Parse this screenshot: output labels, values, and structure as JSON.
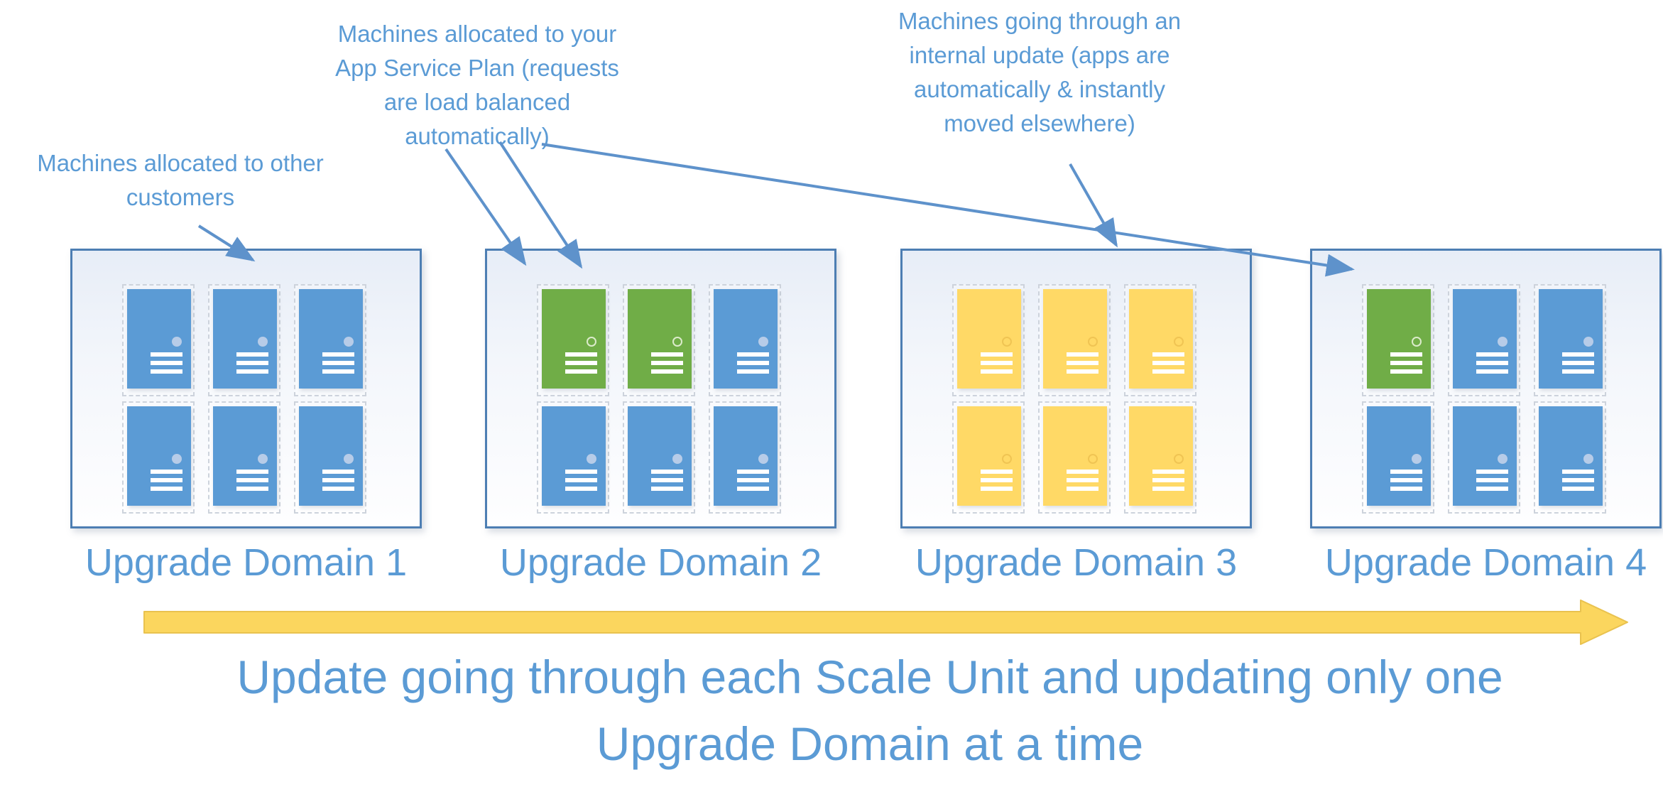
{
  "callouts": {
    "other_customers": {
      "lines": [
        "Machines allocated to other",
        "customers"
      ]
    },
    "app_service_plan": {
      "lines": [
        "Machines allocated to your",
        "App Service Plan (requests",
        "are load balanced",
        "automatically)"
      ]
    },
    "internal_update": {
      "lines": [
        "Machines going through an",
        "internal update (apps are",
        "automatically & instantly",
        "moved elsewhere)"
      ]
    }
  },
  "domains": [
    {
      "label": "Upgrade Domain 1",
      "machines": [
        "blue",
        "blue",
        "blue",
        "blue",
        "blue",
        "blue"
      ]
    },
    {
      "label": "Upgrade Domain 2",
      "machines": [
        "green",
        "green",
        "blue",
        "blue",
        "blue",
        "blue"
      ]
    },
    {
      "label": "Upgrade Domain 3",
      "machines": [
        "yellow",
        "yellow",
        "yellow",
        "yellow",
        "yellow",
        "yellow"
      ]
    },
    {
      "label": "Upgrade Domain 4",
      "machines": [
        "green",
        "blue",
        "blue",
        "blue",
        "blue",
        "blue"
      ]
    }
  ],
  "caption": {
    "lines": [
      "Update going through each Scale Unit and updating only one",
      "Upgrade Domain at a time"
    ]
  },
  "colors": {
    "machine_blue": "#5B9BD5",
    "machine_green": "#70AD47",
    "machine_yellow": "#FFD966",
    "text_blue": "#5B9BD5",
    "box_border_blue": "#4D7EB3",
    "callout_arrow_blue": "#5E92CB",
    "flow_arrow_yellow_fill": "#FBD65E",
    "flow_arrow_yellow_edge": "#E9C24F"
  }
}
